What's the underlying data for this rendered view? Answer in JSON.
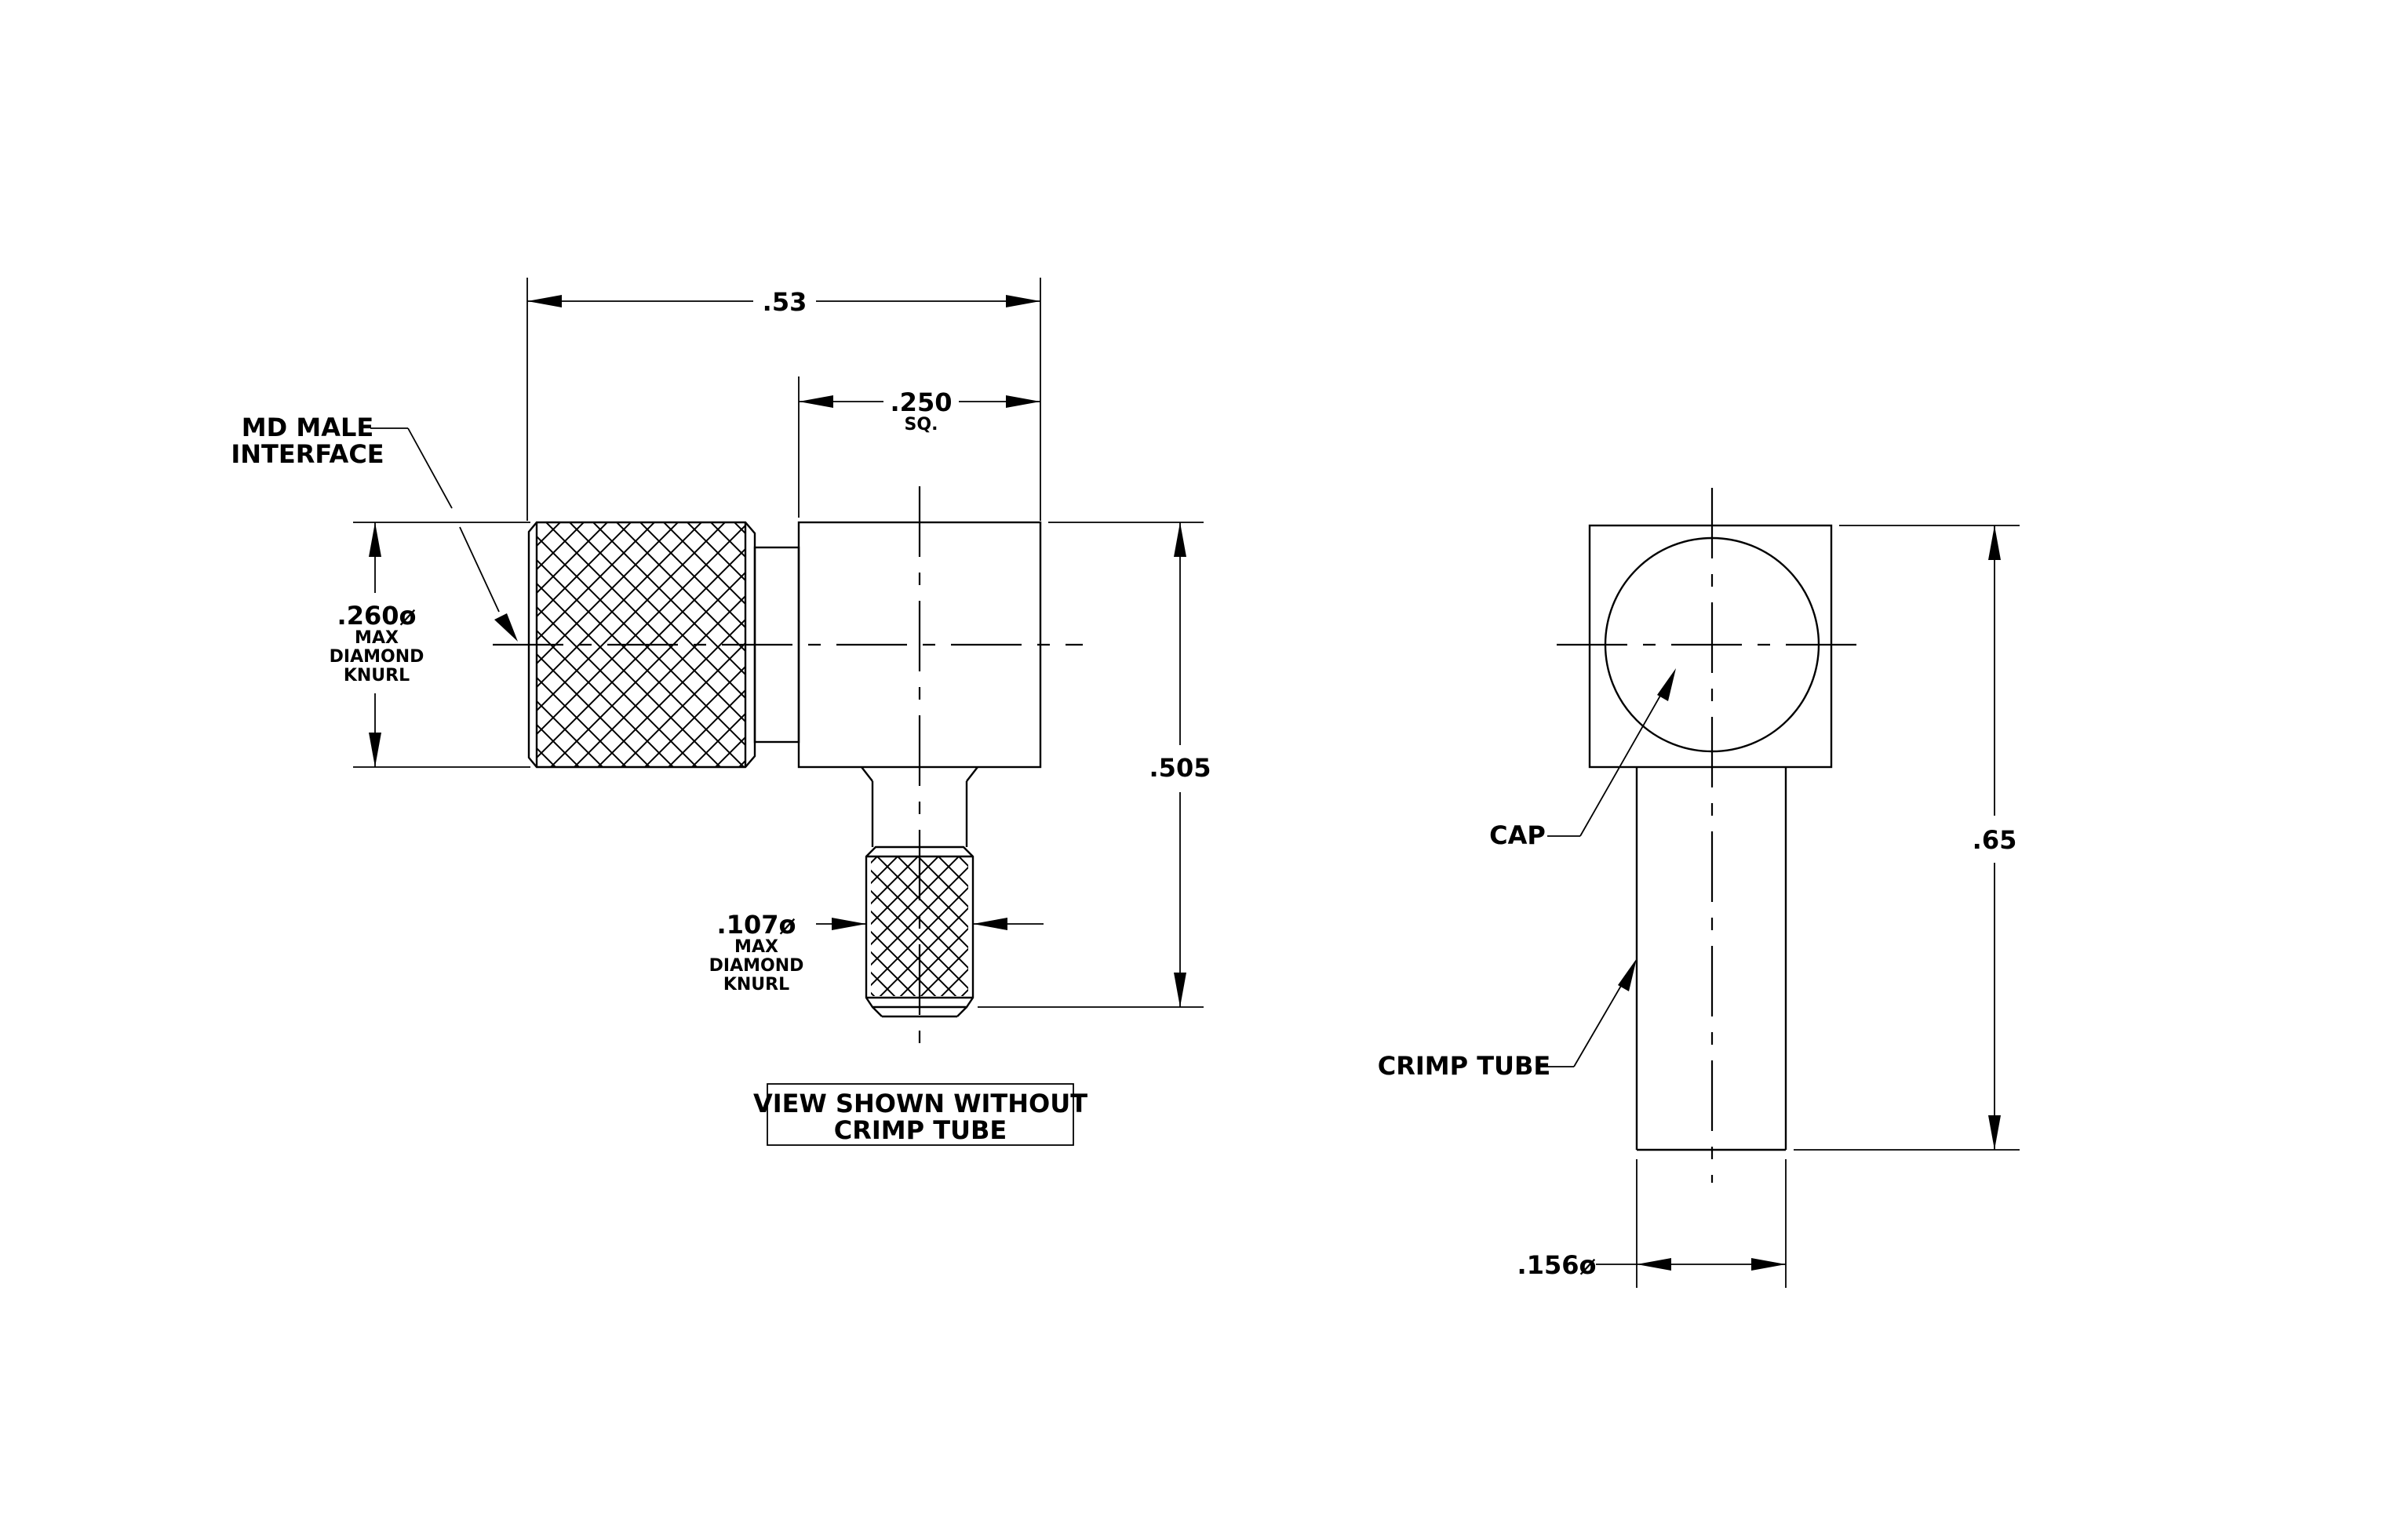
{
  "side_view": {
    "dim_overall_width": ".53",
    "dim_square": ".250",
    "dim_square_note": "SQ.",
    "dim_height": ".505",
    "interface_label_line1": "MD MALE",
    "interface_label_line2": "INTERFACE",
    "knurl_large": {
      "value": ".260ø",
      "line1": "MAX",
      "line2": "DIAMOND",
      "line3": "KNURL"
    },
    "knurl_small": {
      "value": ".107ø",
      "line1": "MAX",
      "line2": "DIAMOND",
      "line3": "KNURL"
    },
    "note_line1": "VIEW SHOWN WITHOUT",
    "note_line2": "CRIMP TUBE"
  },
  "end_view": {
    "cap_label": "CAP",
    "crimp_tube_label": "CRIMP TUBE",
    "dim_height": ".65",
    "dim_tube_diameter": ".156ø"
  }
}
